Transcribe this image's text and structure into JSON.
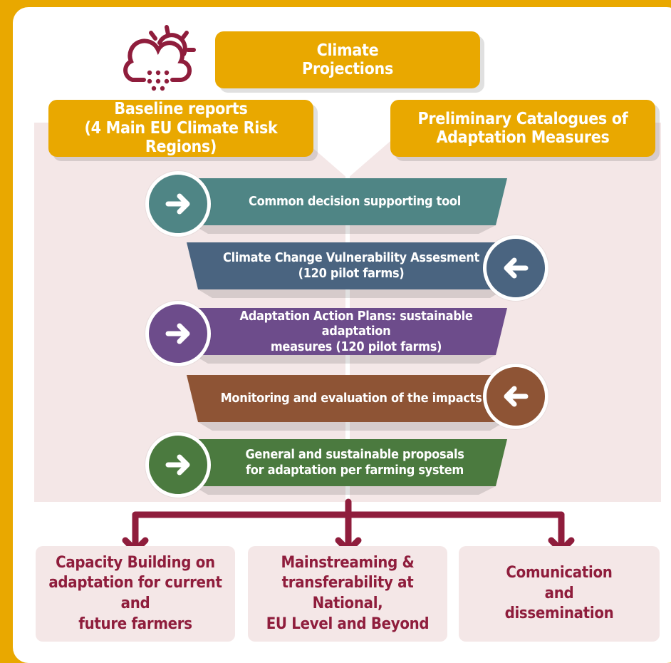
{
  "top": {
    "label": "Climate\nProjections"
  },
  "inputs": {
    "baseline": "Baseline reports\n(4 Main EU Climate Risk Regions)",
    "catalogue": "Preliminary Catalogues of\nAdaptation Measures"
  },
  "steps": [
    {
      "label": "Common decision supporting tool",
      "color": "#4f8585",
      "arrow": "right"
    },
    {
      "label": "Climate Change Vulnerability Assesment\n(120 pilot farms)",
      "color": "#4a6480",
      "arrow": "left"
    },
    {
      "label": "Adaptation Action Plans: sustainable adaptation\nmeasures (120 pilot farms)",
      "color": "#6d4c8b",
      "arrow": "right"
    },
    {
      "label": "Monitoring and evaluation of the impacts",
      "color": "#8e5435",
      "arrow": "left"
    },
    {
      "label": "General and sustainable proposals\nfor adaptation per farming system",
      "color": "#4b7a3f",
      "arrow": "right"
    }
  ],
  "outputs": [
    "Capacity Building on\nadaptation for current and\nfuture farmers",
    "Mainstreaming &\ntransferability at National,\nEU Level and Beyond",
    "Comunication\nand\ndissemination"
  ],
  "colors": {
    "accent": "#e9a800",
    "connector": "#8f1d3c",
    "icon": "#8f1d3c",
    "panel": "#f4e7e7"
  }
}
